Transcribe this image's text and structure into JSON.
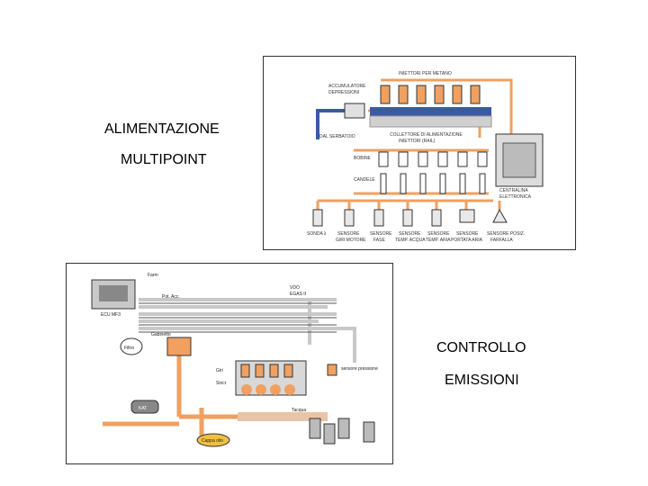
{
  "captions": {
    "alimentazione": "ALIMENTAZIONE",
    "multipoint": "MULTIPOINT",
    "controllo": "CONTROLLO",
    "emissioni": "EMISSIONI"
  },
  "top_diagram": {
    "iniettori": "INIETTORI PER METANO",
    "accumulatore": "ACCUMULATORE",
    "depressione": "DEPRESSIONI",
    "serbatoio": "DAL SERBATOIO",
    "collettore_1": "COLLETTORE DI ALIMENTAZIONE",
    "collettore_2": "INIETTORI (RAIL)",
    "bobine": "BOBINE",
    "candele": "CANDELE",
    "centralina_1": "CENTRALINA",
    "centralina_2": "ELETTRONICA",
    "sensors": [
      {
        "l1": "SONDA λ",
        "l2": ""
      },
      {
        "l1": "SENSORE",
        "l2": "GIRI MOTORE"
      },
      {
        "l1": "SENSORE",
        "l2": "FASE"
      },
      {
        "l1": "SENSORE",
        "l2": "TEMP. ACQUA"
      },
      {
        "l1": "SENSORE",
        "l2": "TEMP. ARIA"
      },
      {
        "l1": "SENSORE",
        "l2": "PORTATA ARIA"
      },
      {
        "l1": "SENSORE POSIZ.",
        "l2": "FARFALLA"
      }
    ]
  },
  "bottom_diagram": {
    "ecu": "ECU MF3",
    "vdo_1": "VDO",
    "vdo_2": "EGAS II",
    "pot_acc": "Pot. Acc.",
    "farm": "Farm",
    "gabinetto": "Gabinetto",
    "filtro": "Filtro",
    "sensore_press": "sensore pressione",
    "sincr": "Sincr",
    "giri": "Giri",
    "kat": "KAT",
    "cappa": "Cappa olio",
    "tacqua": "Tacqua"
  },
  "colors": {
    "orange": "#f0a060",
    "blue": "#3a5aa8",
    "gray": "#c8c8c8",
    "dark": "#555555"
  }
}
